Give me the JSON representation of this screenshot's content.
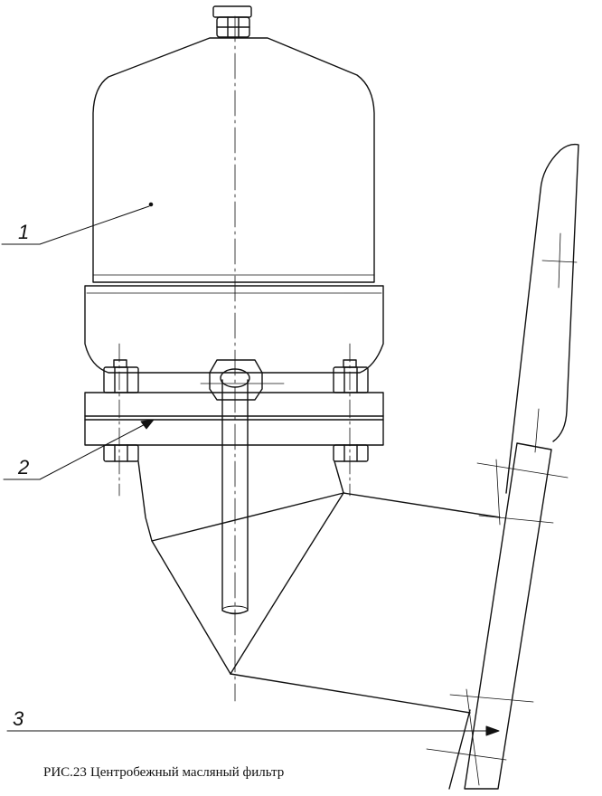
{
  "figure": {
    "caption_prefix": "РИС.23",
    "caption_text": "Центробежный масляный фильтр"
  },
  "callouts": [
    {
      "number": "1"
    },
    {
      "number": "2"
    },
    {
      "number": "3"
    }
  ]
}
